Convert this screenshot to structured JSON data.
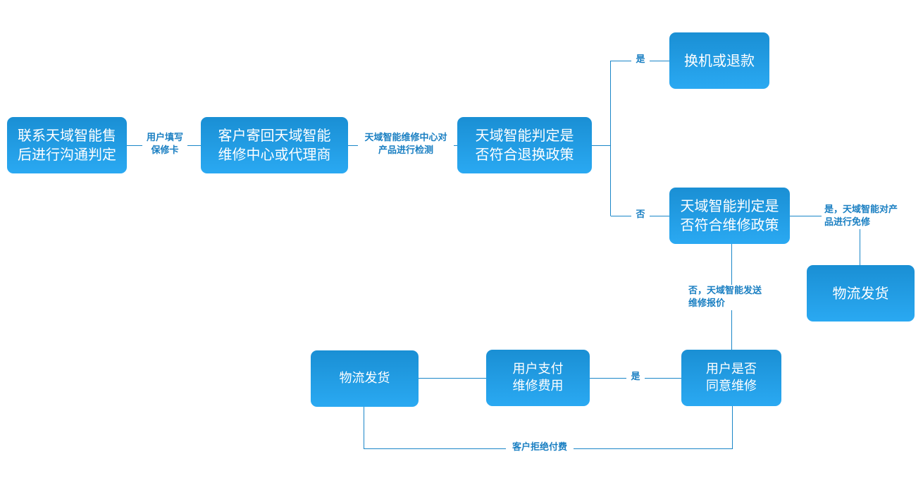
{
  "nodes": {
    "contact": "联系天域智能售\n后进行沟通判定",
    "send_back": "客户寄回天域智能\n维修中心或代理商",
    "judge_return": "天域智能判定是\n否符合退换政策",
    "exchange_refund": "换机或退款",
    "judge_repair": "天域智能判定是\n否符合维修政策",
    "logistics_free": "物流发货",
    "user_agree": "用户是否\n同意维修",
    "user_pay": "用户支付\n维修费用",
    "logistics_paid": "物流发货"
  },
  "edges": {
    "fill_card": "用户填写\n保修卡",
    "inspect": "天域智能维修中心对\n产品进行检测",
    "yes_return": "是",
    "no_return": "否",
    "free_repair": "是，天域智能对产\n品进行免修",
    "send_quote": "否，天域智能发送\n维修报价",
    "yes_agree": "是",
    "refuse_pay": "客户拒绝付费"
  },
  "colors": {
    "box_top": "#1a8fd4",
    "box_bottom": "#2aa9f2",
    "line": "#1a86c8",
    "label": "#1a7fc2"
  }
}
